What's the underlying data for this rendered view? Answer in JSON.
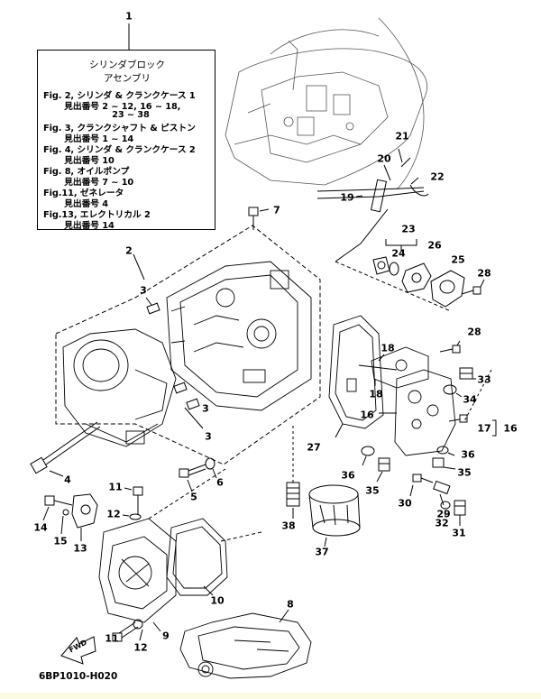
{
  "note": {
    "title_line1": "シリンダブロック",
    "title_line2": "アセンブリ",
    "lines": [
      "Fig. 2, シリンダ & クランクケース 1",
      "       見出番号 2 ~ 12, 16 ~ 18,",
      "                       23 ~ 38",
      "Fig. 3, クランクシャフト & ピストン",
      "       見出番号 1 ~ 14",
      "Fig. 4, シリンダ & クランクケース 2",
      "       見出番号 10",
      "Fig. 8, オイルポンプ",
      "       見出番号 7 ~ 10",
      "Fig.11, ゼネレータ",
      "       見出番号 4",
      "Fig.13, エレクトリカル 2",
      "       見出番号 14"
    ]
  },
  "callouts": {
    "n1": "1",
    "n2": "2",
    "n3a": "3",
    "n3b": "3",
    "n3c": "3",
    "n4": "4",
    "n5": "5",
    "n6": "6",
    "n7": "7",
    "n8": "8",
    "n9": "9",
    "n10": "10",
    "n11a": "11",
    "n11b": "11",
    "n12a": "12",
    "n12b": "12",
    "n13": "13",
    "n14": "14",
    "n15": "15",
    "n16a": "16",
    "n16b": "16",
    "n17": "17",
    "n18a": "18",
    "n18b": "18",
    "n19": "19",
    "n20": "20",
    "n21": "21",
    "n22": "22",
    "n23": "23",
    "n24": "24",
    "n25": "25",
    "n26": "26",
    "n27": "27",
    "n28a": "28",
    "n28b": "28",
    "n29": "29",
    "n30": "30",
    "n31": "31",
    "n32": "32",
    "n33": "33",
    "n34": "34",
    "n35a": "35",
    "n35b": "35",
    "n36a": "36",
    "n36b": "36",
    "n37": "37",
    "n38": "38"
  },
  "fwd_label": "FWD",
  "diagram_code": "6BP1010-H020"
}
